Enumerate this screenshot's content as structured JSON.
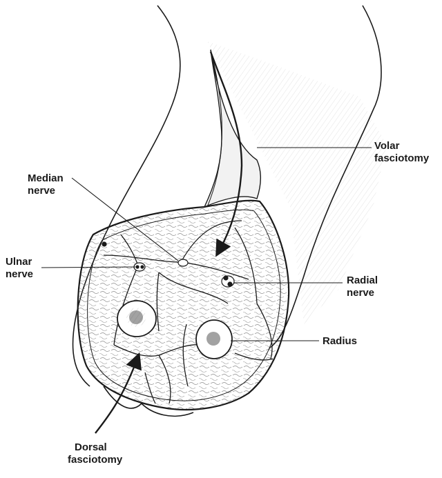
{
  "labels": {
    "volar": {
      "line1": "Volar",
      "line2": "fasciotomy"
    },
    "median": {
      "line1": "Median",
      "line2": "nerve"
    },
    "ulnar": {
      "line1": "Ulnar",
      "line2": "nerve"
    },
    "radial": {
      "line1": "Radial",
      "line2": "nerve"
    },
    "radius": {
      "line1": "Radius"
    },
    "dorsal": {
      "line1": "Dorsal",
      "line2": "fasciotomy"
    }
  },
  "colors": {
    "ink": "#1a1a1a",
    "background": "#ffffff",
    "shading": "#cfcfcf"
  }
}
